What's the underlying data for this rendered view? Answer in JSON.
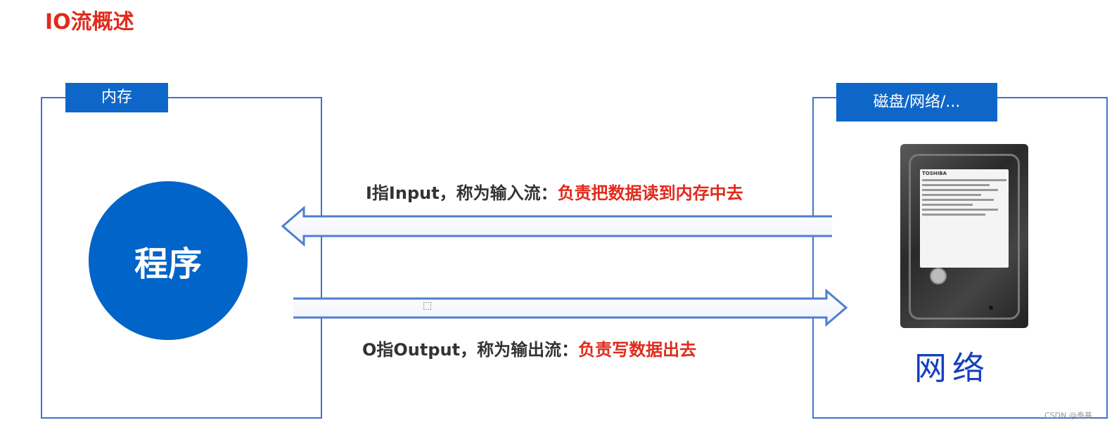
{
  "title": "IO流概述",
  "memory_box": {
    "label": "内存",
    "program_label": "程序"
  },
  "storage_box": {
    "label": "磁盘/网络/...",
    "network_label": "网络"
  },
  "input": {
    "prefix": "I指Input，称为输入流：",
    "highlight": "负责把数据读到内存中去"
  },
  "output": {
    "prefix": "O指Output，称为输出流：",
    "highlight": "负责写数据出去"
  },
  "hdd": {
    "brand": "TOSHIBA"
  },
  "watermark": "CSDN @泰基",
  "colors": {
    "title": "#e02b1c",
    "box_border": "#4472c4",
    "tag_bg": "#0e67c8",
    "circle": "#0064c8",
    "highlight": "#e02b1c",
    "network_text": "#1540c0"
  }
}
